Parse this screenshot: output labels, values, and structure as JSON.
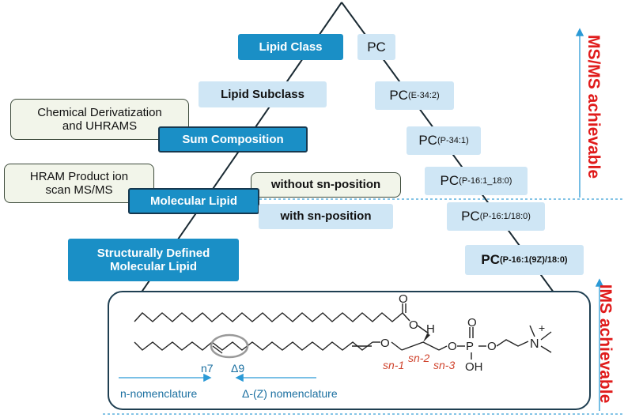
{
  "hierarchy": {
    "lipid_class": "Lipid Class",
    "lipid_subclass": "Lipid Subclass",
    "sum_composition": "Sum Composition",
    "molecular_lipid": "Molecular Lipid",
    "structurally_defined": [
      "Structurally Defined",
      "Molecular Lipid"
    ]
  },
  "methods": {
    "chem_deriv": [
      "Chemical Derivatization",
      "and UHRAMS"
    ],
    "hram": [
      "HRAM Product ion",
      "scan MS/MS"
    ]
  },
  "sn": {
    "without": "without sn-position",
    "with": "with sn-position"
  },
  "examples": [
    {
      "base": "PC",
      "sub": ""
    },
    {
      "base": "PC",
      "sub": "(E-34:2)"
    },
    {
      "base": "PC",
      "sub": "(P-34:1)"
    },
    {
      "base": "PC",
      "sub": "(P-16:1_18:0)"
    },
    {
      "base": "PC",
      "sub": "(P-16:1/18:0)"
    },
    {
      "base": "PC",
      "sub": "(P-16:1(9Z)/18:0)"
    }
  ],
  "side_labels": {
    "msms": "MS/MS achievable",
    "ims": "IMS achievable"
  },
  "structure": {
    "O_carbonyl": "O",
    "O_ester": "O",
    "H": "H",
    "O_ether": "O",
    "O_phos_top": "O",
    "P": "P",
    "O_phos_left": "O",
    "O_phos_right": "O",
    "OH": "OH",
    "N": "N",
    "plus": "+",
    "sn1": "sn-1",
    "sn2": "sn-2",
    "sn3": "sn-3",
    "n7": "n7",
    "delta9": "Δ9",
    "n_nomenclature": "n-nomenclature",
    "delta_nomenclature": "Δ-(Z) nomenclature"
  },
  "colors": {
    "dark_box": "#1a8fc6",
    "light_box": "#cfe6f5",
    "label_red": "#e01b1b",
    "arrow_blue": "#2b9ad6",
    "sn_red": "#d0452f"
  }
}
